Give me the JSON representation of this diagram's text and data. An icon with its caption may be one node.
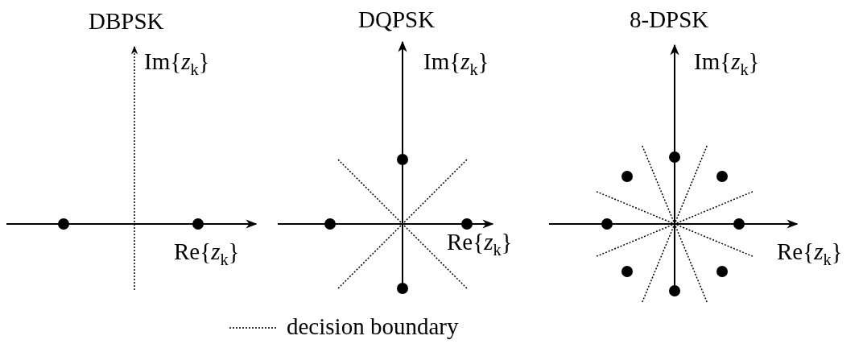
{
  "diagram": {
    "labels": [
      "DBPSK",
      "DQPSK",
      "8-DPSK",
      "Im{*z*$_{k}$}",
      "Im{*z*$_{k}$}",
      "Im{*z*$_{k}$}",
      "Re{*z*$_{k}$}",
      "Re{*z*$_{k}$}",
      "Re{*z*$_{k}$}"
    ],
    "legend": [
      {
        "text": "decision boundary"
      }
    ]
  }
}
